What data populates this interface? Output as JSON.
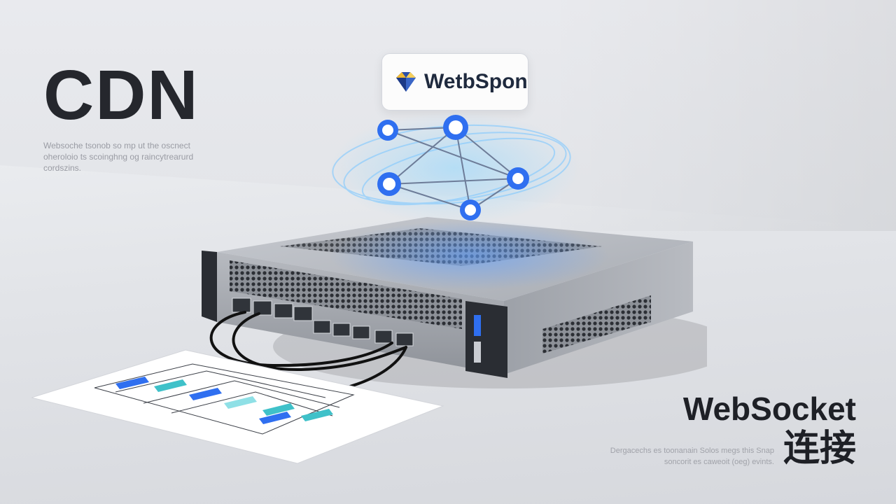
{
  "headline": "CDN",
  "headline_blurb": "Websoche tsonob so mp ut the oscnect oheroloio ts scoinghng og raincytrearurd cordszins.",
  "brand": {
    "name": "WetbSpon",
    "icon": "diamond-logo-icon",
    "text_color": "#1f2a3e"
  },
  "network_nodes": 5,
  "ws_title": "WebSocket",
  "ws_subtitle": "连接",
  "ws_caption": "Dergacechs es toonanain Solos megs this Snap soncorit es caweoit (oeg) evints.",
  "colors": {
    "node_blue": "#2f6ff0",
    "heading": "#25272d",
    "accent_teal": "#3fc1c9"
  }
}
